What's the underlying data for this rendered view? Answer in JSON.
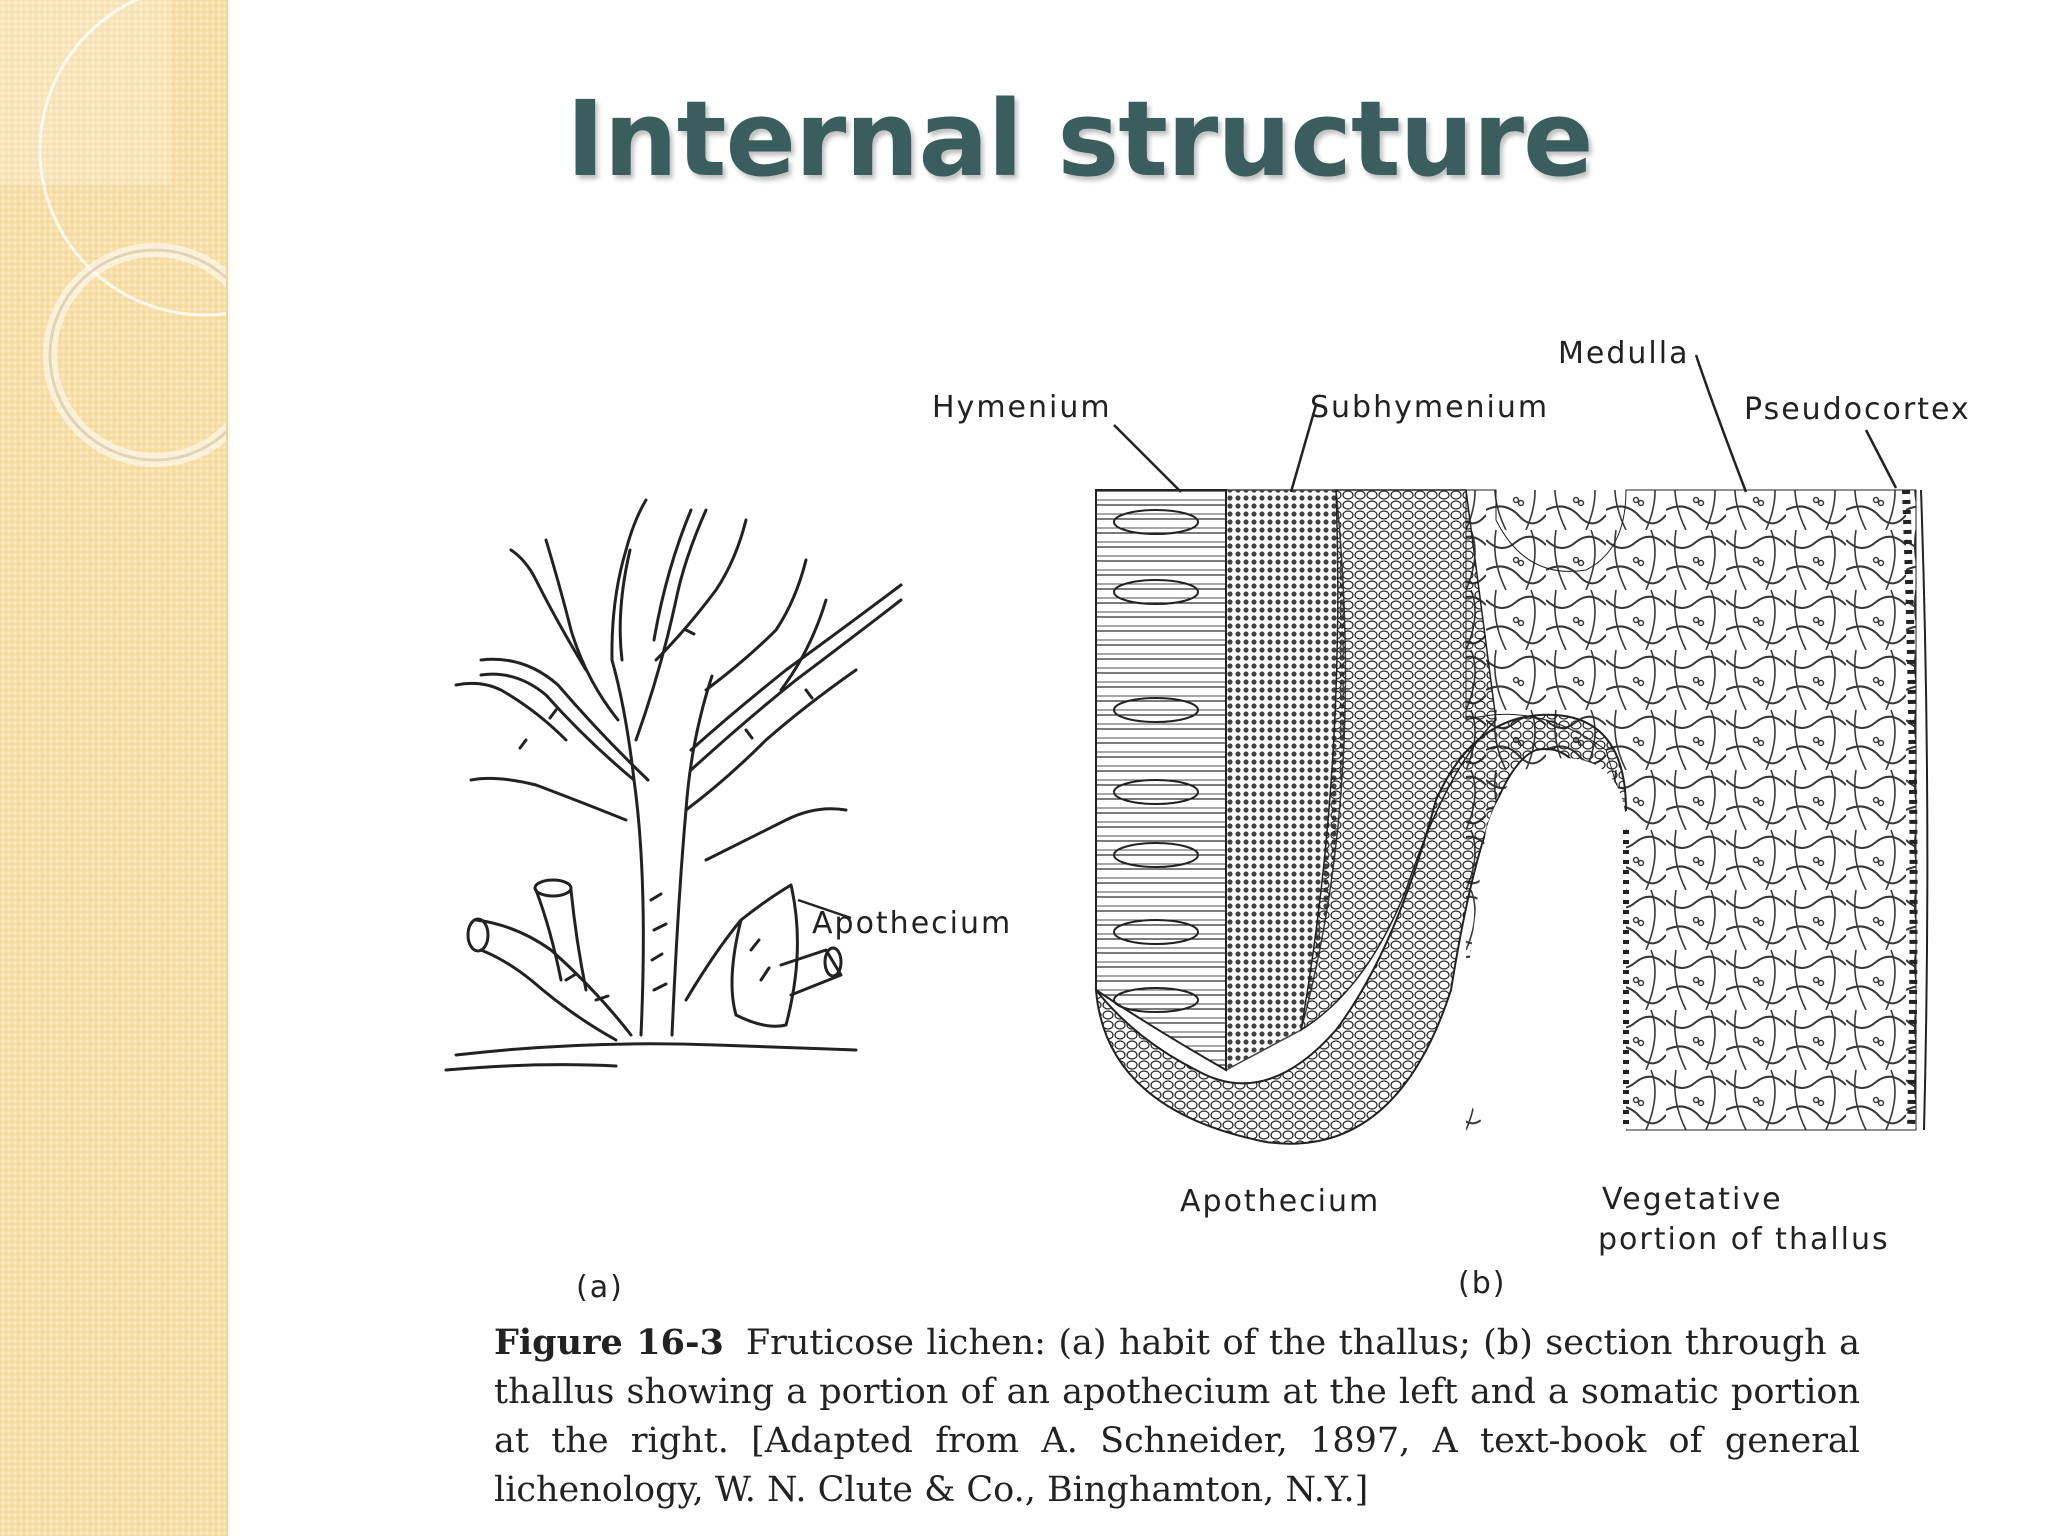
{
  "slide": {
    "title": "Internal structure"
  },
  "figure": {
    "panel_a": {
      "label": "(a)",
      "annotations": {
        "apothecium": "Apothecium"
      }
    },
    "panel_b": {
      "label": "(b)",
      "annotations": {
        "hymenium": "Hymenium",
        "subhymenium": "Subhymenium",
        "medulla": "Medulla",
        "pseudocortex": "Pseudocortex",
        "apothecium": "Apothecium",
        "vegetative_line1": "Vegetative",
        "vegetative_line2": "portion of thallus"
      }
    },
    "caption": {
      "number": "Figure 16-3",
      "text": "Fruticose lichen: (a) habit of the thallus; (b) section through a thallus showing a portion of an apothecium at the left and a somatic portion at the right. [Adapted from A. Schneider, 1897, A text-book of general lichenology, W. N. Clute & Co., Binghamton, N.Y.]"
    }
  },
  "colors": {
    "title": "#3a5e5e",
    "sidebar": "#f7dfa8",
    "ink": "#222222"
  }
}
